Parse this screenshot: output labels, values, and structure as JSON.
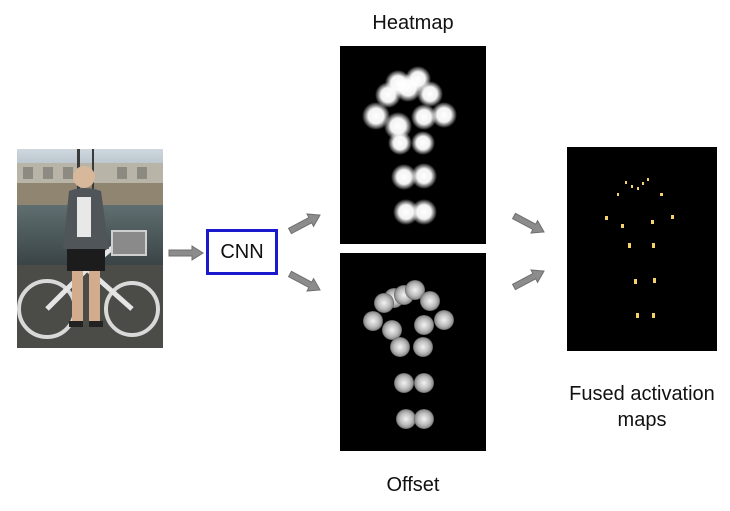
{
  "labels": {
    "cnn": "CNN",
    "heatmap": "Heatmap",
    "offset": "Offset",
    "fused_line1": "Fused activation",
    "fused_line2": "maps"
  },
  "colors": {
    "cnn_border": "#1a1acc",
    "arrow": "#8c8c8c",
    "panel_bg": "#000000",
    "keypoint_fused": "#f5d26b"
  },
  "icons": {
    "arrow": "right-arrow-icon"
  }
}
